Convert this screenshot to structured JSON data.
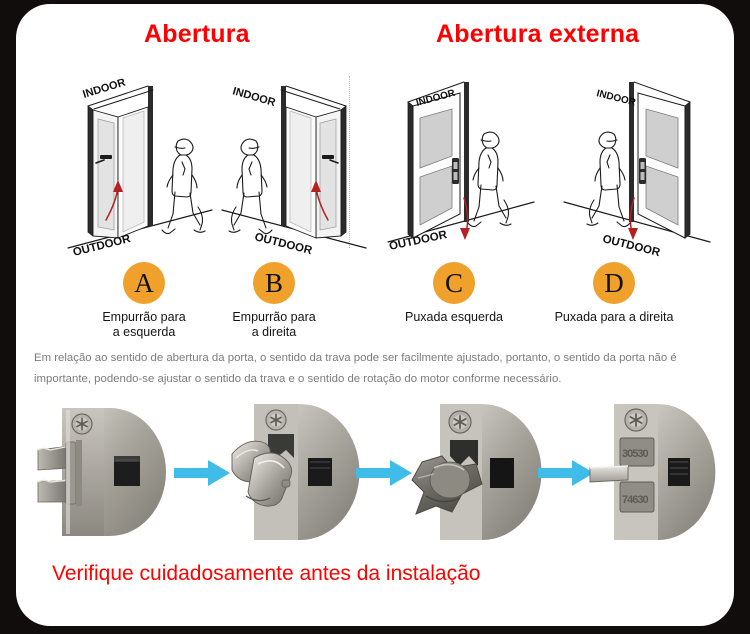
{
  "card": {
    "background_color": "#ffffff",
    "page_background_color": "#110d0c"
  },
  "titles": {
    "left": "Abertura",
    "right": "Abertura externa",
    "color": "#ff0000"
  },
  "diagrams": [
    {
      "id": "A",
      "indoor_label": "INDOOR",
      "outdoor_label": "OUTDOOR",
      "arrow_color": "#b52020",
      "description": "push-left-door"
    },
    {
      "id": "B",
      "indoor_label": "INDOOR",
      "outdoor_label": "OUTDOOR",
      "arrow_color": "#b52020",
      "description": "push-right-door"
    },
    {
      "id": "C",
      "indoor_label": "INDOOR",
      "outdoor_label": "OUTDOOR",
      "arrow_color": "#b52020",
      "description": "pull-left-door"
    },
    {
      "id": "D",
      "indoor_label": "INDOOR",
      "outdoor_label": "OUTDOOR",
      "arrow_color": "#b52020",
      "description": "pull-right-door"
    }
  ],
  "options": [
    {
      "badge": "A",
      "label": "Empurrão para\na esquerda"
    },
    {
      "badge": "B",
      "label": "Empurrão para\na direita"
    },
    {
      "badge": "C",
      "label": "Puxada esquerda"
    },
    {
      "badge": "D",
      "label": "Puxada para a direita"
    }
  ],
  "badge_color": "#f0a12c",
  "note": "Em relação ao sentido de abertura da porta, o sentido da trava pode ser facilmente ajustado, portanto, o sentido da porta não é importante, podendo-se ajustar o sentido da trava e o sentido de rotação do motor conforme necessário.",
  "lock_steps": [
    {
      "step": 1,
      "caption": "",
      "engraving": ""
    },
    {
      "step": 2,
      "caption": "",
      "engraving": ""
    },
    {
      "step": 3,
      "caption": "",
      "engraving": ""
    },
    {
      "step": 4,
      "caption": "",
      "engraving": ""
    }
  ],
  "arrow_color": "#3fbde8",
  "footer": "Verifique cuidadosamente antes da instalação"
}
